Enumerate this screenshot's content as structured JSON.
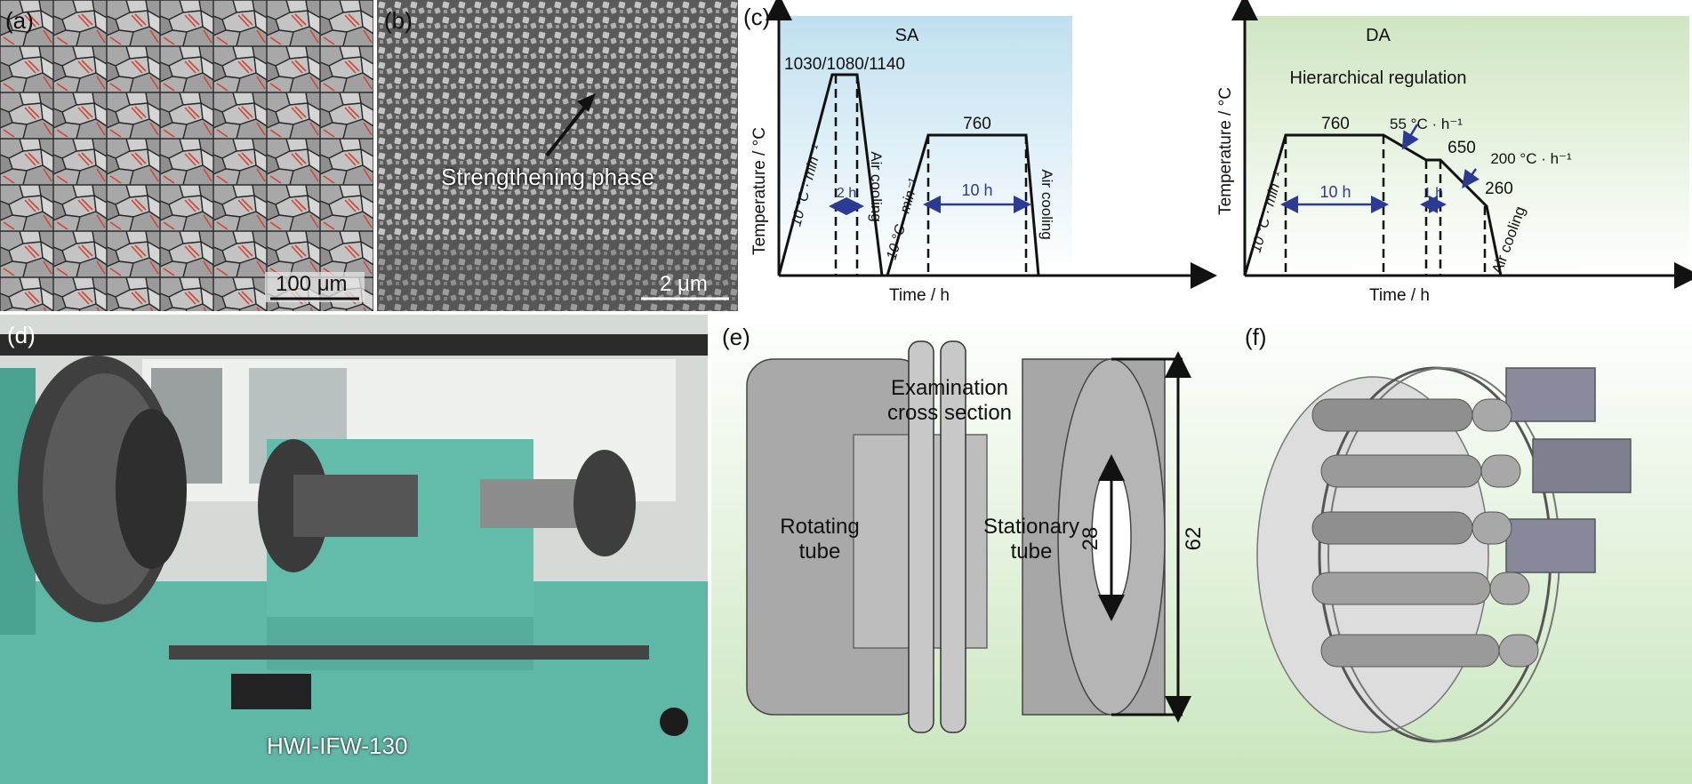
{
  "panels": {
    "a": {
      "label": "(a)",
      "scale_bar": "100 μm"
    },
    "b": {
      "label": "(b)",
      "annotation": "Strengthening phase",
      "scale_bar": "2 μm"
    },
    "c": {
      "label": "(c)",
      "sa": {
        "title": "SA",
        "y_label": "Temperature / °C",
        "x_label": "Time / h",
        "peak_temp": "1030/1080/1140",
        "ramp1": "10 °C · min⁻¹",
        "hold1": "2 h",
        "cool1": "Air cooling",
        "ramp2": "10 °C · min⁻¹",
        "temp2": "760",
        "hold2": "10 h",
        "cool2": "Air cooling"
      },
      "da": {
        "title": "DA",
        "subtitle": "Hierarchical regulation",
        "y_label": "Temperature / °C",
        "x_label": "Time / h",
        "ramp1": "10 °C · min⁻¹",
        "temp1": "760",
        "hold1": "10 h",
        "rate1": "55 °C · h⁻¹",
        "temp2": "650",
        "hold2": "1 h",
        "rate2": "200 °C · h⁻¹",
        "temp3": "260",
        "cool": "Air cooling"
      }
    },
    "d": {
      "label": "(d)",
      "machine": "HWI-IFW-130"
    },
    "e": {
      "label": "(e)",
      "cross_section_1": "Examination",
      "cross_section_2": "cross section",
      "rotating_1": "Rotating",
      "rotating_2": "tube",
      "stationary_1": "Stationary",
      "stationary_2": "tube",
      "inner_dim": "28",
      "outer_dim": "62"
    },
    "f": {
      "label": "(f)"
    }
  },
  "colors": {
    "sa_bg": "#bfe0ef",
    "da_bg": "#cfe6c2",
    "arrow": "#2b3a93",
    "grain_boundary": "#2a2a2a",
    "twin_boundary": "#d9412f",
    "machine": "#5fb8a6"
  }
}
